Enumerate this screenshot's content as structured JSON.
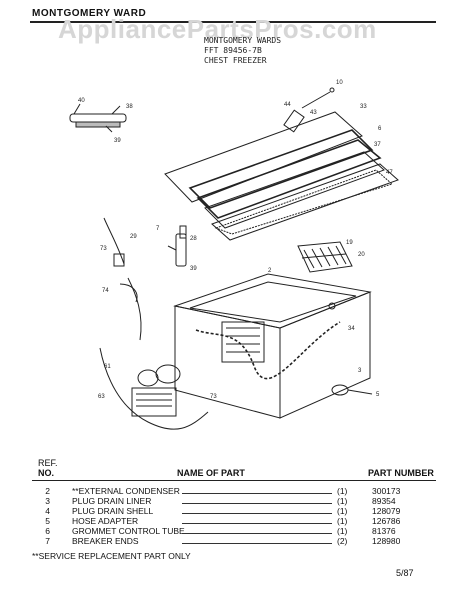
{
  "header": {
    "brand": "MONTGOMERY WARD",
    "watermark": "AppliancePartsPros.com",
    "model_lines": [
      "MONTGOMERY WARDS",
      "FFT 89456-7B",
      "CHEST FREEZER"
    ]
  },
  "diagram": {
    "callouts": [
      "40",
      "38",
      "39",
      "10",
      "44",
      "43",
      "33",
      "6",
      "37",
      "47",
      "73",
      "29",
      "28",
      "39",
      "74",
      "7",
      "19",
      "20",
      "2",
      "34",
      "73",
      "3",
      "5",
      "61",
      "63"
    ]
  },
  "parts_table": {
    "ref_label_top": "REF.",
    "ref_label": "NO.",
    "name_label": "NAME OF PART",
    "number_label": "PART NUMBER",
    "rows": [
      {
        "ref": "2",
        "name": "**EXTERNAL CONDENSER",
        "qty": "(1)",
        "number": "300173"
      },
      {
        "ref": "3",
        "name": "PLUG DRAIN LINER",
        "qty": "(1)",
        "number": "89354"
      },
      {
        "ref": "4",
        "name": "PLUG DRAIN SHELL",
        "qty": "(1)",
        "number": "128079"
      },
      {
        "ref": "5",
        "name": "HOSE ADAPTER",
        "qty": "(1)",
        "number": "126786"
      },
      {
        "ref": "6",
        "name": "GROMMET CONTROL TUBE",
        "qty": "(1)",
        "number": "81376"
      },
      {
        "ref": "7",
        "name": "BREAKER ENDS",
        "qty": "(2)",
        "number": "128980"
      }
    ]
  },
  "footer": {
    "note": "**SERVICE REPLACEMENT PART ONLY",
    "date": "5/87"
  },
  "colors": {
    "ink": "#222222",
    "watermark": "#d6d6d6"
  }
}
